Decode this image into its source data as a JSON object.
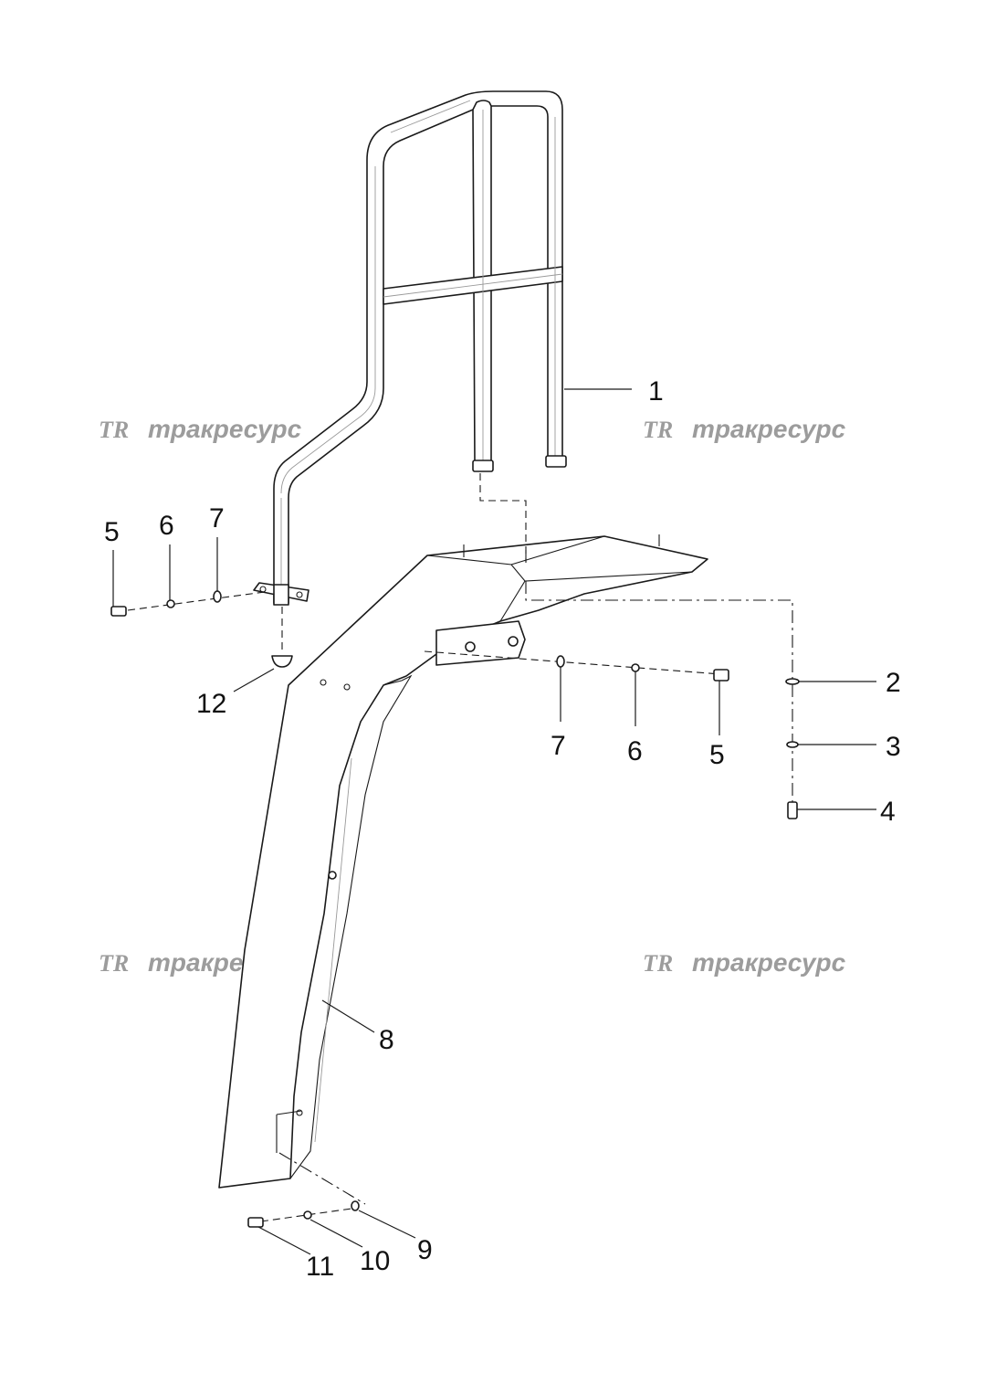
{
  "watermark": {
    "text": "тракресурс",
    "logo": "TR"
  },
  "callouts": {
    "c1": "1",
    "c2": "2",
    "c3": "3",
    "c4": "4",
    "c5_left": "5",
    "c6_left": "6",
    "c7_left": "7",
    "c7_right": "7",
    "c6_right": "6",
    "c5_right": "5",
    "c8": "8",
    "c9": "9",
    "c10": "10",
    "c11": "11",
    "c12": "12"
  }
}
